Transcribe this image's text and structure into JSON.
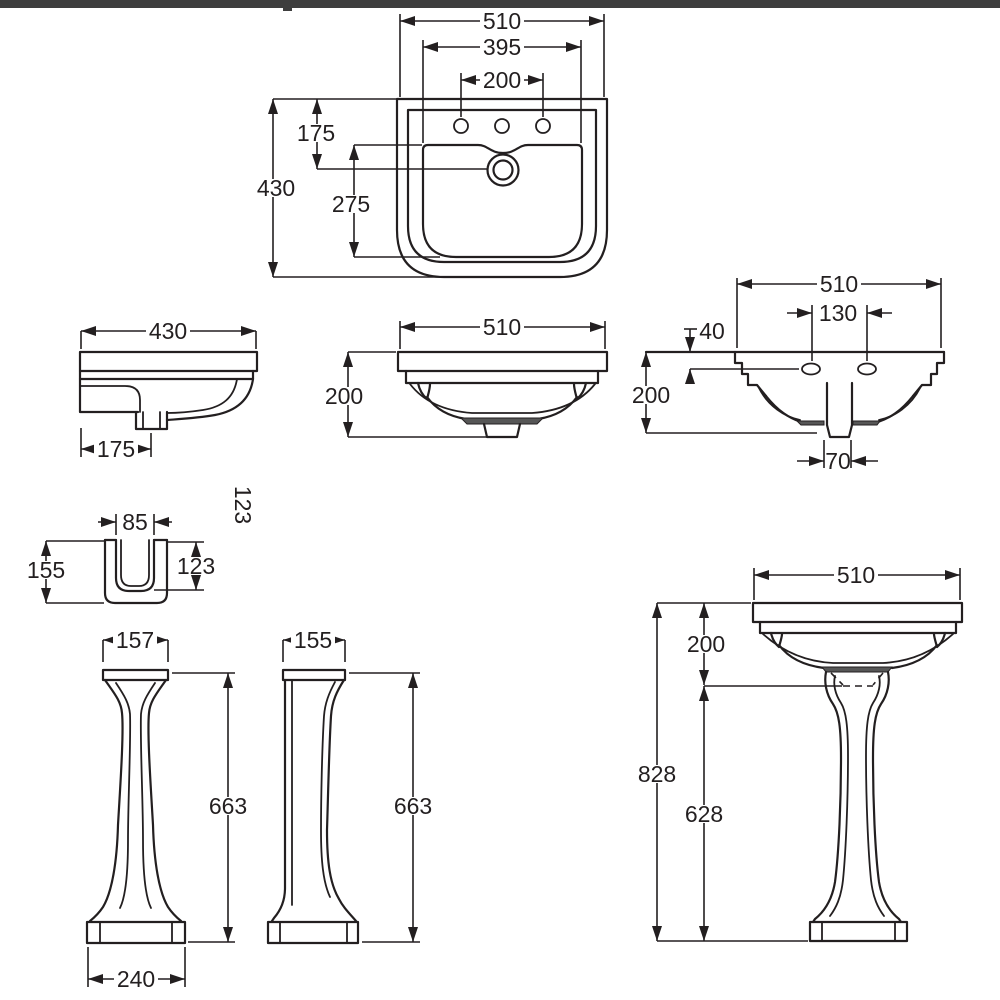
{
  "drawing_title": "basin-and-pedestal-dimension-drawing",
  "colors": {
    "background": "#ffffff",
    "line": "#231f20",
    "flange": "#565656",
    "top_bar": "#3e3e3e"
  },
  "views": {
    "plan": {
      "dims": {
        "overall_width": "510",
        "bowl_width": "395",
        "tap_hole_span": "200",
        "overall_depth": "430",
        "rim_to_waste": "175",
        "bowl_front_depth": "275"
      }
    },
    "side": {
      "dims": {
        "overall_depth": "430",
        "waste_offset": "175"
      }
    },
    "front": {
      "dims": {
        "overall_width": "510",
        "height": "200"
      }
    },
    "rear": {
      "dims": {
        "overall_width": "510",
        "fixing_hole_span": "130",
        "hole_drop": "40",
        "height": "200",
        "waste_width": "70"
      }
    },
    "bracket": {
      "note": "123",
      "dims": {
        "inner_width": "85",
        "height": "155",
        "inner_depth": "123"
      }
    },
    "pedestal_front": {
      "dims": {
        "top_width": "157",
        "height": "663",
        "base_width": "240"
      }
    },
    "pedestal_side": {
      "dims": {
        "top_width": "155",
        "height": "663"
      }
    },
    "assembly": {
      "dims": {
        "basin_width": "510",
        "basin_height": "200",
        "total_height": "828",
        "pedestal_height": "628"
      }
    }
  }
}
